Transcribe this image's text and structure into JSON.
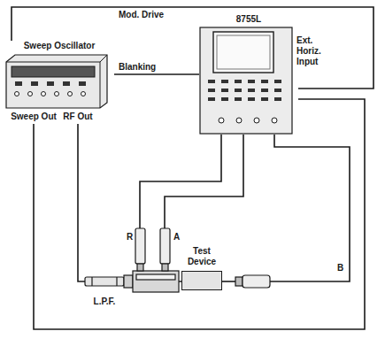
{
  "diagram": {
    "nodes": [
      {
        "text": [
          "Sweep Oscillator"
        ]
      },
      {
        "text": [
          "8755L"
        ]
      },
      {
        "text": [
          "Test Device"
        ]
      }
    ],
    "edges": [
      {
        "from": 0,
        "to": 1,
        "arrow": "none",
        "label": "Mod. Drive"
      },
      {
        "from": 0,
        "to": 1,
        "arrow": "none",
        "label": "Blanking"
      },
      {
        "from": 0,
        "to": 1,
        "arrow": "none"
      },
      {
        "from": 0,
        "to": 2,
        "arrow": "none"
      }
    ],
    "labels": [
      "Ext. Horiz. Input",
      "Sweep Out",
      "RF Out",
      "R",
      "A",
      "B",
      "L.P.F."
    ]
  }
}
